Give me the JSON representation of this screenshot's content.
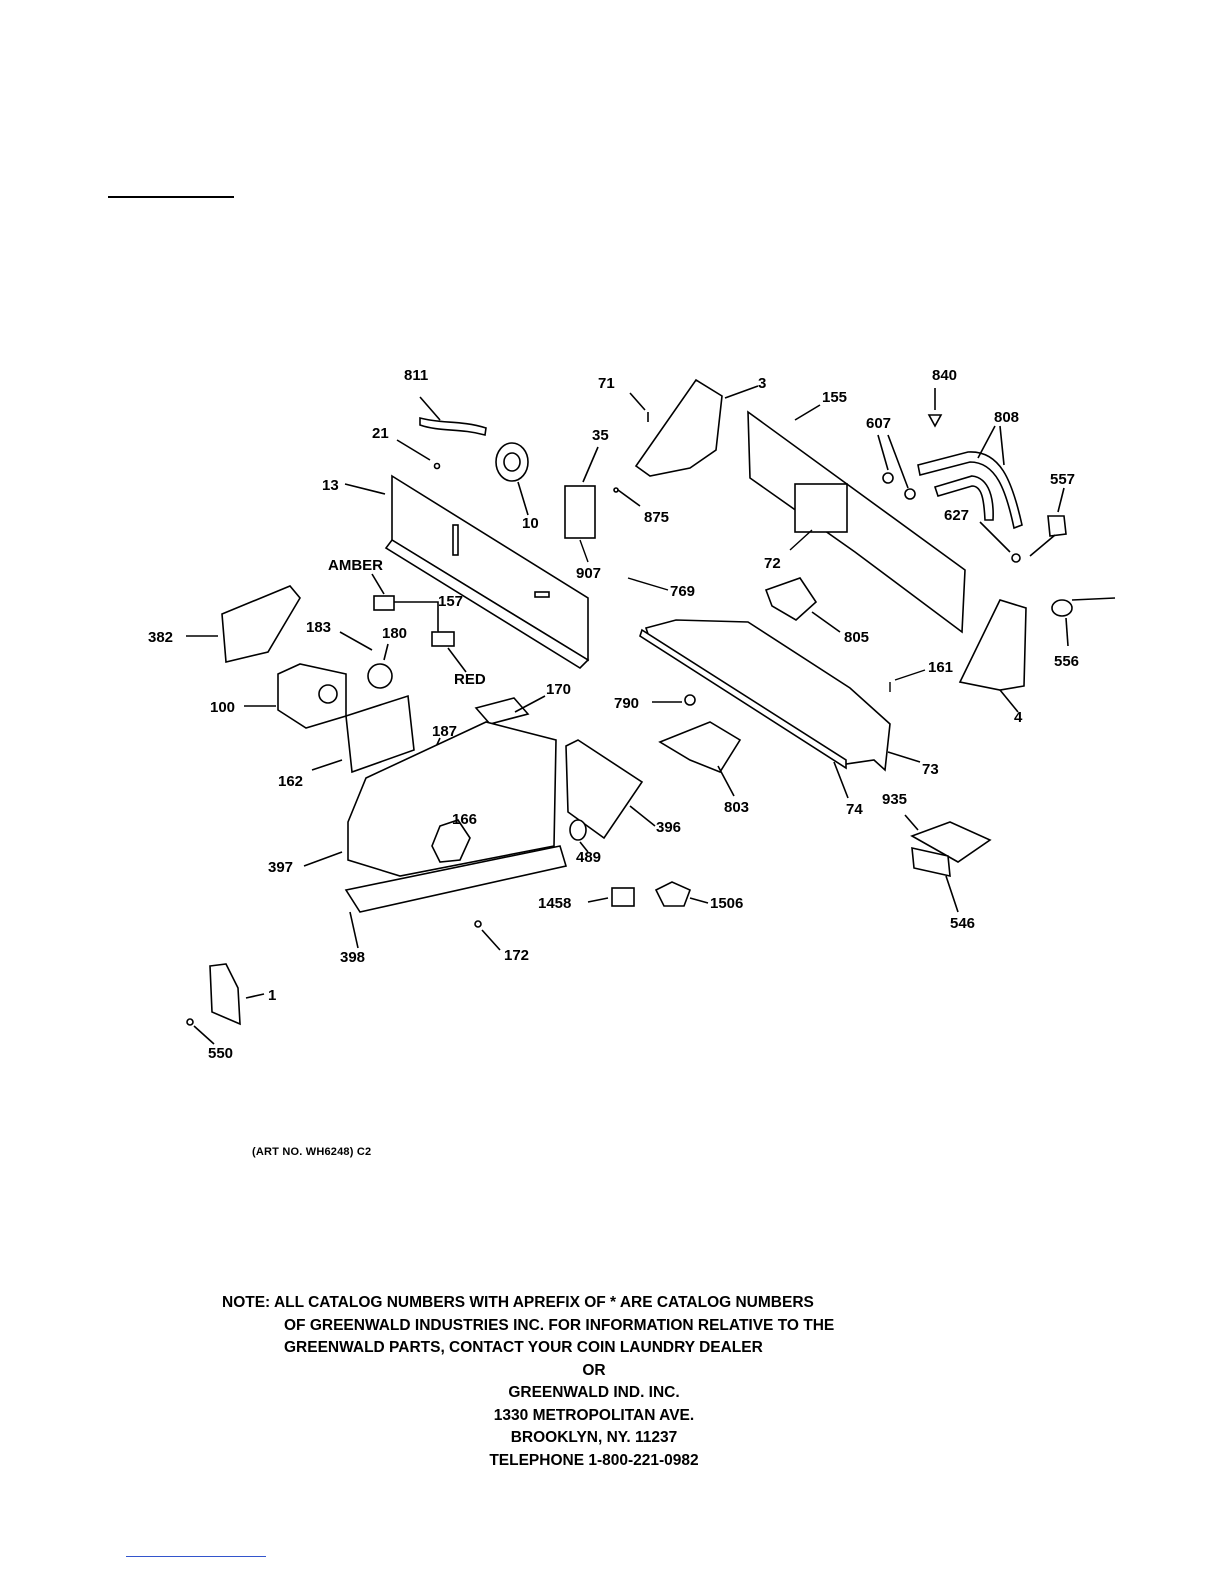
{
  "diagram": {
    "labels": {
      "p811": "811",
      "p71": "71",
      "p3": "3",
      "p155": "155",
      "p840": "840",
      "p21": "21",
      "p35": "35",
      "p607": "607",
      "p808": "808",
      "p13": "13",
      "p10": "10",
      "p875": "875",
      "p557": "557",
      "p627": "627",
      "p72": "72",
      "p907": "907",
      "amber": "AMBER",
      "p769": "769",
      "p157": "157",
      "p382": "382",
      "p183": "183",
      "p180": "180",
      "p805": "805",
      "p556": "556",
      "red": "RED",
      "p161": "161",
      "p170": "170",
      "p100": "100",
      "p790": "790",
      "p4": "4",
      "p187": "187",
      "p73": "73",
      "p162": "162",
      "p803": "803",
      "p74": "74",
      "p935": "935",
      "p166": "166",
      "p396": "396",
      "p489": "489",
      "p397": "397",
      "p1458": "1458",
      "p1506": "1506",
      "p546": "546",
      "p398": "398",
      "p172": "172",
      "p1": "1",
      "p550": "550"
    }
  },
  "art_number": "(ART NO. WH6248) C2",
  "note": {
    "line1": "NOTE: ALL CATALOG NUMBERS WITH APREFIX OF * ARE CATALOG NUMBERS",
    "line2": "OF GREENWALD INDUSTRIES INC. FOR INFORMATION RELATIVE TO THE",
    "line3": "GREENWALD PARTS, CONTACT YOUR COIN LAUNDRY DEALER",
    "line4": "OR",
    "line5": "GREENWALD IND. INC.",
    "line6": "1330 METROPOLITAN AVE.",
    "line7": "BROOKLYN, NY. 11237",
    "line8": "TELEPHONE 1-800-221-0982"
  }
}
